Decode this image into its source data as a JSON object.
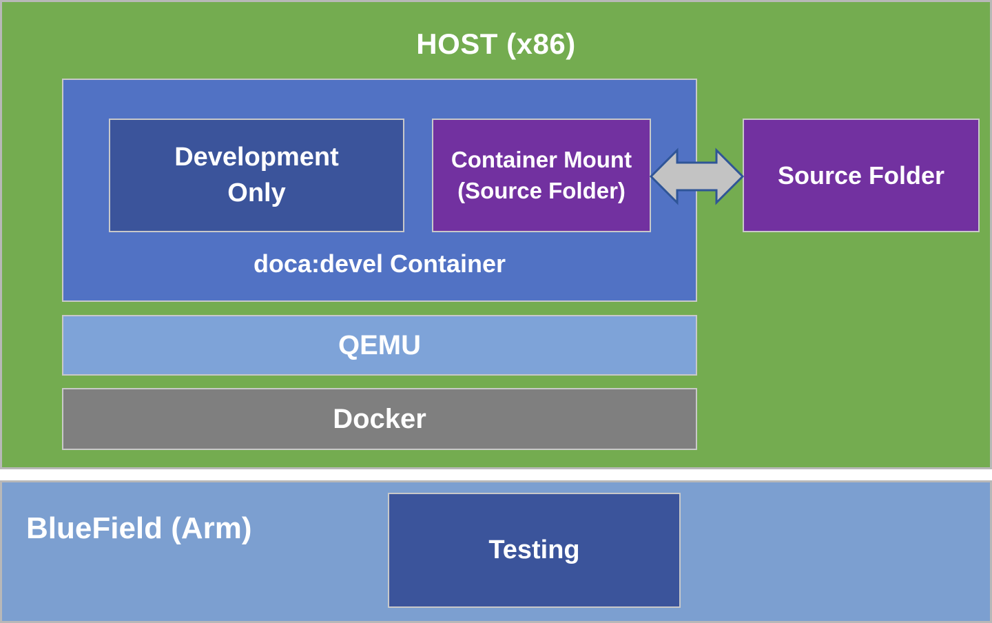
{
  "host": {
    "title": "HOST (x86)",
    "color": "#74ac50",
    "doca_container": {
      "label": "doca:devel Container",
      "color": "#5172c4",
      "development": {
        "line1": "Development",
        "line2": "Only",
        "color": "#3b549b"
      },
      "container_mount": {
        "line1": "Container Mount",
        "line2": "(Source Folder)",
        "color": "#7231a0"
      }
    },
    "qemu": {
      "label": "QEMU",
      "color": "#7ea3d8"
    },
    "docker": {
      "label": "Docker",
      "color": "#7f7f7f"
    },
    "source_folder": {
      "label": "Source Folder",
      "color": "#7231a0"
    },
    "arrow": {
      "fill": "#c3c3c3",
      "stroke": "#2f5597"
    }
  },
  "bluefield": {
    "title": "BlueField (Arm)",
    "color": "#7c9fd0",
    "testing": {
      "label": "Testing",
      "color": "#3b549b"
    }
  },
  "border_color": "#c9c9c9"
}
